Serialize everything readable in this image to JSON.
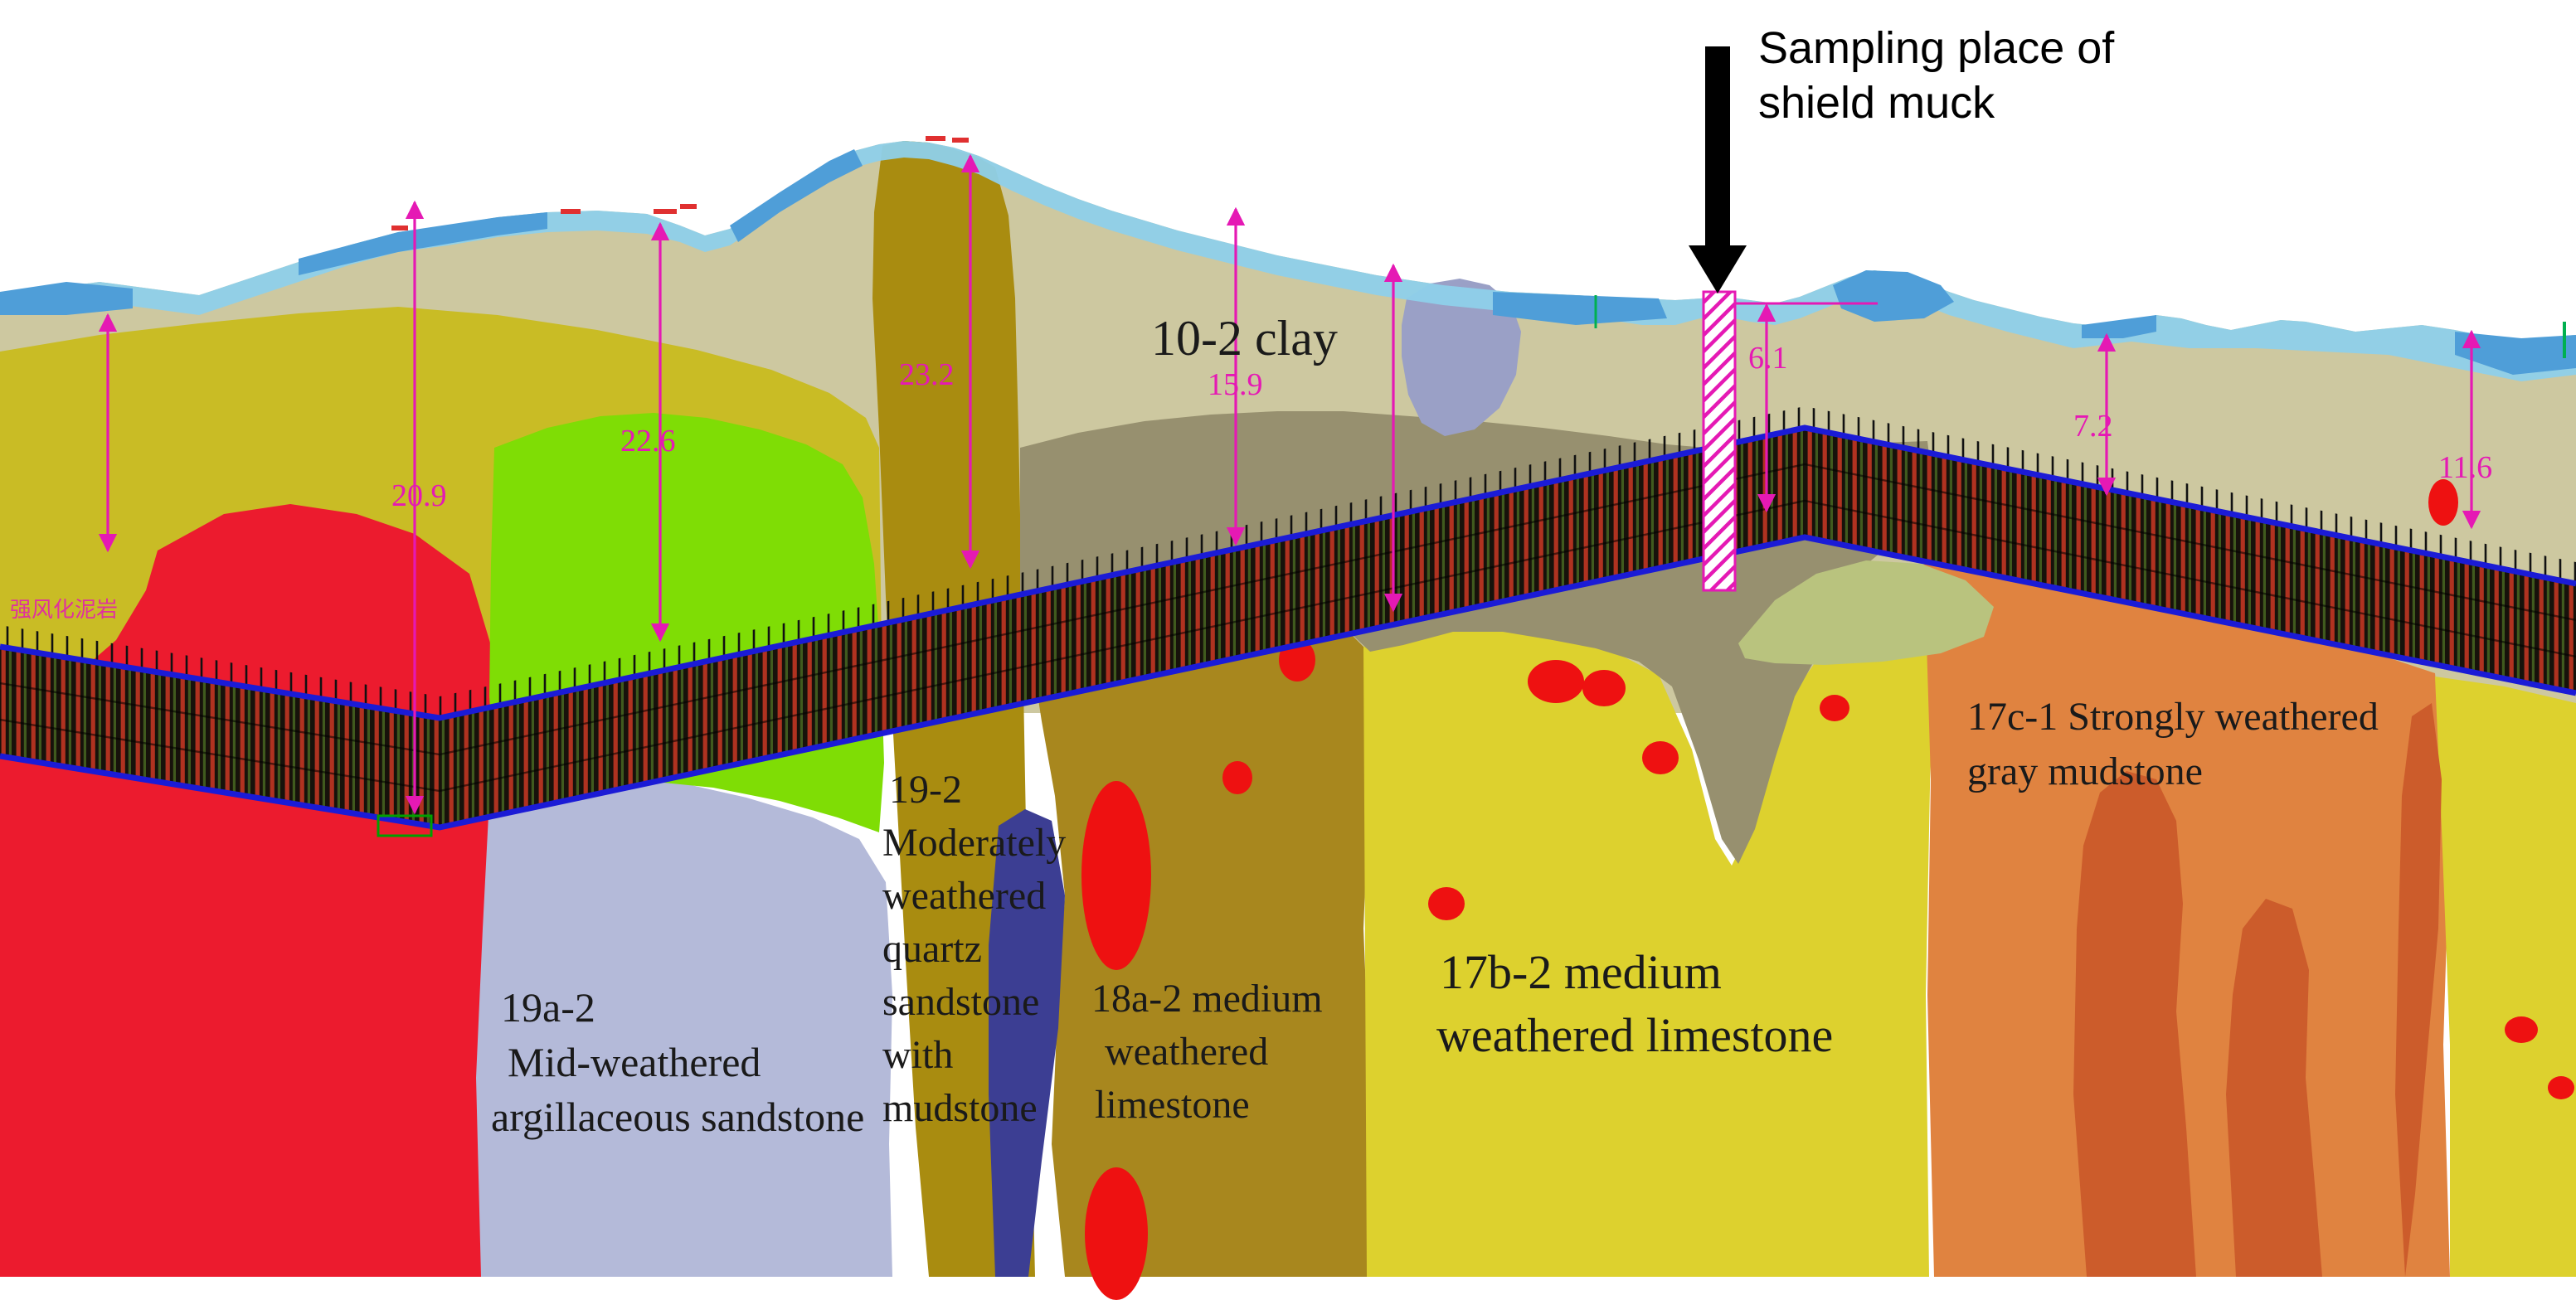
{
  "annotation": {
    "line1": "Sampling place of",
    "line2": "shield muck"
  },
  "labels": {
    "clay": "10-2 clay",
    "s19a2_l1": "19a-2",
    "s19a2_l2": " Mid-weathered",
    "s19a2_l3": "argillaceous sandstone",
    "s192_l1": "19-2",
    "s192_l2": "Moderately",
    "s192_l3": "weathered",
    "s192_l4": "quartz",
    "s192_l5": "sandstone",
    "s192_l6": "with",
    "s192_l7": "mudstone",
    "s18a2_l1": "18a-2 medium",
    "s18a2_l2": "weathered",
    "s18a2_l3": "limestone",
    "s17b2_l1": "17b-2 medium",
    "s17b2_l2": "weathered limestone",
    "s17c1_l1": "17c-1 Strongly weathered",
    "s17c1_l2": "gray mudstone",
    "left_note": "强风化泥岩"
  },
  "measurements": {
    "v20_9": "20.9",
    "v22_6": "22.6",
    "v23_2": "23.2",
    "v15_9": "15.9",
    "v6_1": "6.1",
    "v7_2": "7.2",
    "v11_6": "11.6"
  },
  "colors": {
    "clay": "#cdc8a0",
    "olive_band": "#c9bc25",
    "red": "#ec1b2e",
    "green": "#7fdd05",
    "lavender": "#b4bad9",
    "mustard": "#a98c10",
    "dark_blue": "#3c3e93",
    "goldenrod": "#a8871e",
    "yellow": "#ddd12e",
    "orange": "#e08340",
    "orange_dark": "#cc5c2b",
    "gray_brown": "#97906f",
    "green_khaki": "#b9c37e",
    "purple_gray": "#9aa0c6",
    "light_blue": "#8ed0ea",
    "mid_blue": "#4f9ed8",
    "magenta": "#e519b4",
    "boulder_red": "#ee1111",
    "tunnel_border": "#1b1bd6"
  }
}
